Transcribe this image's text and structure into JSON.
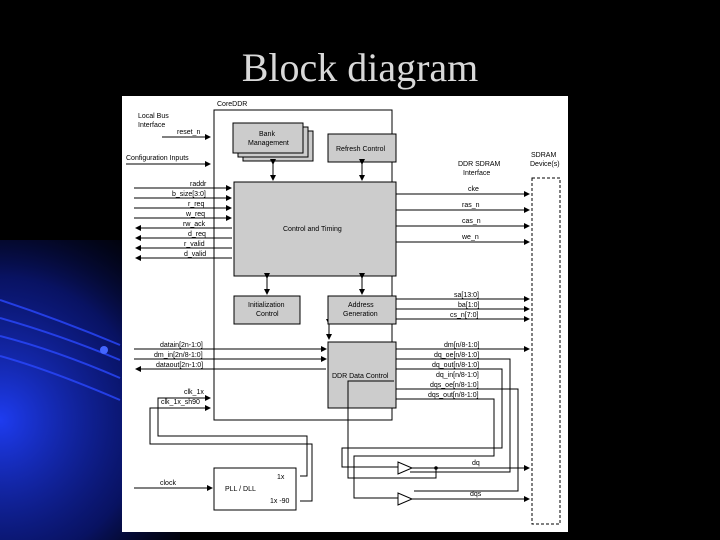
{
  "slide": {
    "title": "Block diagram",
    "background_color": "#000000",
    "accent_color": "#1a2fd6"
  },
  "diagram": {
    "core_label": "CoreDDR",
    "local_bus_label": "Local Bus Interface",
    "config_inputs_label": "Configuration Inputs",
    "ddr_sdram_interface_label": "DDR SDRAM Interface",
    "sdram_device_label": "SDRAM Device(s)",
    "blocks": {
      "bank_management": "Bank Management",
      "refresh_control": "Refresh Control",
      "control_timing": "Control and Timing",
      "initialization_control": "Initialization Control",
      "address_generation": "Address Generation",
      "ddr_data_control": "DDR Data Control",
      "pll_dll": "PLL / DLL"
    },
    "pll_ports": {
      "p1x": "1x",
      "p1x90": "1x -90"
    },
    "left_signals": {
      "reset_n": "reset_n",
      "raddr": "raddr",
      "b_size": "b_size[3:0]",
      "r_req": "r_req",
      "w_req": "w_req",
      "rw_ack": "rw_ack",
      "d_req": "d_req",
      "r_valid": "r_valid",
      "d_valid": "d_valid",
      "datain": "datain[2n-1:0]",
      "dm_in": "dm_in[2n/8-1:0]",
      "dataout": "dataout[2n-1:0]",
      "clk_1x": "clk_1x",
      "clk_1x_sh90": "clk_1x_sh90",
      "clock": "clock"
    },
    "right_signals": {
      "cke": "cke",
      "ras_n": "ras_n",
      "cas_n": "cas_n",
      "we_n": "we_n",
      "sa": "sa[13:0]",
      "ba": "ba[1:0]",
      "cs_n": "cs_n[7:0]",
      "dm": "dm[n/8-1:0]",
      "dq_oe": "dq_oe[n/8-1:0]",
      "dq_out": "dq_out[n/8-1:0]",
      "dq_in": "dq_in[n/8-1:0]",
      "dqs_oe": "dqs_oe[n/8-1:0]",
      "dqs_out": "dqs_out[n/8-1:0]",
      "dq": "dq",
      "dqs": "dqs"
    }
  }
}
